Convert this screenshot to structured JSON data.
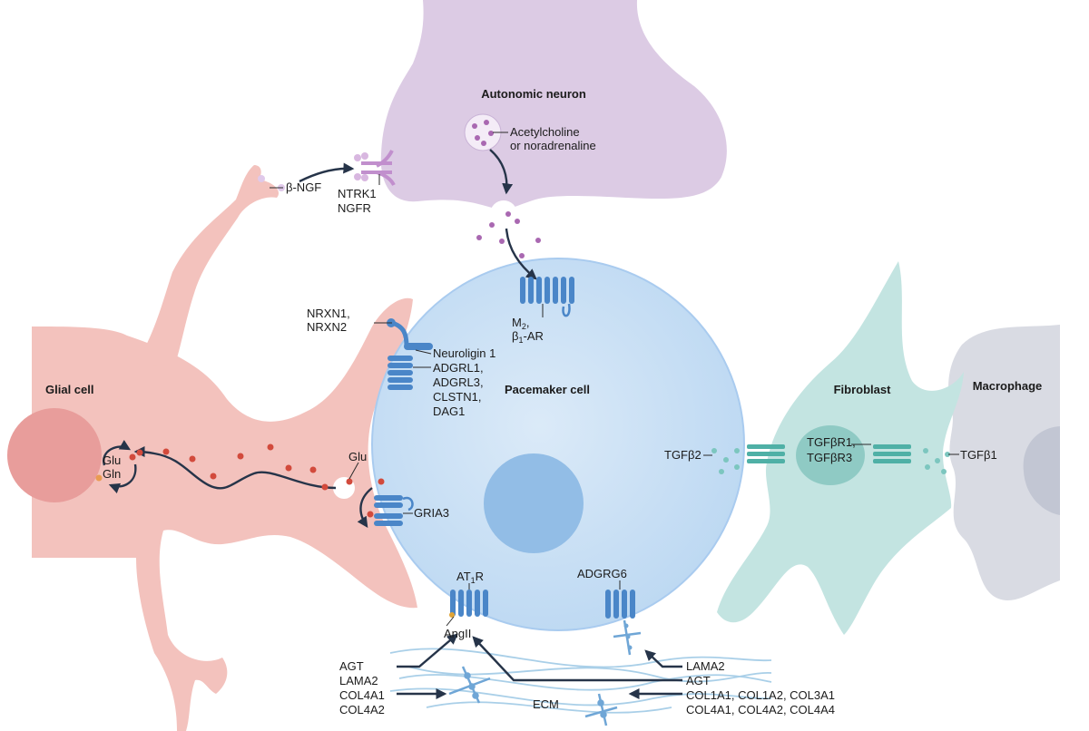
{
  "cells": {
    "neuron": "Autonomic neuron",
    "pacemaker": "Pacemaker cell",
    "glial": "Glial cell",
    "fibroblast": "Fibroblast",
    "macrophage": "Macrophage"
  },
  "neuron_labels": {
    "transmitter_line1": "Acetylcholine",
    "transmitter_line2": "or noradrenaline",
    "ngf": "β-NGF",
    "ntrk1": "NTRK1",
    "ngfr": "NGFR"
  },
  "receptor_labels": {
    "m2_main": "M",
    "m2_sub": "2",
    "m2_comma": ",",
    "b1_beta": "β",
    "b1_sub": "1",
    "b1_rest": "-AR",
    "nrxn1": "NRXN1,",
    "nrxn2": "NRXN2",
    "neuroligin": "Neuroligin 1",
    "adgrl1": "ADGRL1,",
    "adgrl3": "ADGRL3,",
    "clstn1": "CLSTN1,",
    "dag1": "DAG1",
    "glu": "Glu",
    "gria3": "GRIA3",
    "cycle_glu": "Glu",
    "cycle_gln": "Gln",
    "at1r_main": "AT",
    "at1r_sub": "1",
    "at1r_rest": "R",
    "angii": "AngII",
    "adgrg6": "ADGRG6",
    "tgfb2": "TGFβ2",
    "tgfbr1": "TGFβR1,",
    "tgfbr3": "TGFβR3",
    "tgfb1": "TGFβ1"
  },
  "ecm": {
    "ecm_label": "ECM",
    "left_group": [
      "AGT",
      "LAMA2",
      "COL4A1",
      "COL4A2"
    ],
    "right_lama2": "LAMA2",
    "right_agt": "AGT",
    "right_col_line1": "COL1A1, COL1A2, COL3A1",
    "right_col_line2": "COL4A1, COL4A2, COL4A4"
  },
  "colors": {
    "neuron": "#dccbe4",
    "pacemaker": "#cfe3f6",
    "nucleus": "#92bde6",
    "glial": "#f0b1ad",
    "fibroblast": "#b9dfdd",
    "macrophage": "#d7d9e2",
    "receptor": "#4a86c8",
    "arrow": "#263449"
  }
}
